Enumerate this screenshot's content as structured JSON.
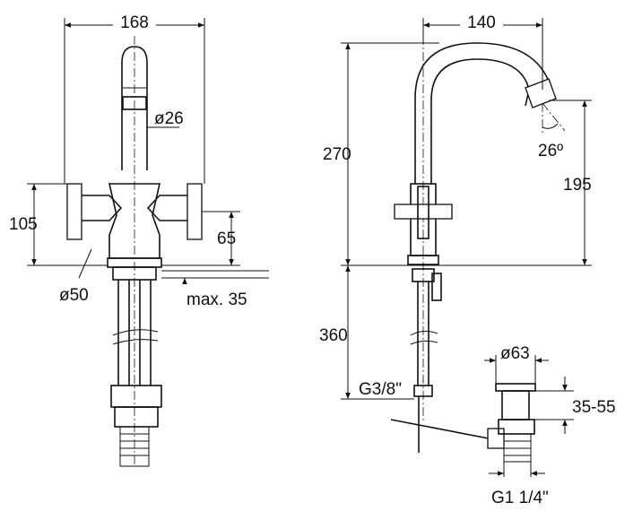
{
  "dimensions": {
    "front_width": "168",
    "spout_diameter": "ø26",
    "handle_height": "105",
    "handle_axis_height": "65",
    "base_diameter": "ø50",
    "max_counter_thickness": "max. 35",
    "spout_reach": "140",
    "spout_angle": "26º",
    "overall_height": "270",
    "spout_outlet_height": "195",
    "hose_length": "360",
    "supply_thread": "G3/8\"",
    "waste_flange_diameter": "ø63",
    "waste_counter_range": "35-55",
    "waste_thread": "G1 1/4\""
  }
}
